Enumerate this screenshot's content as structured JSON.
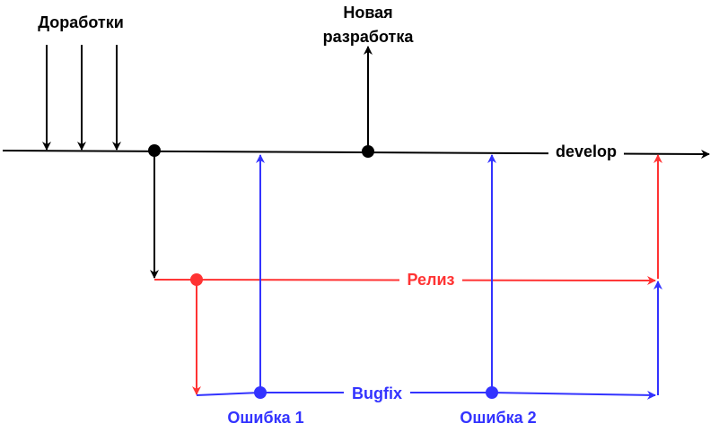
{
  "labels": {
    "improvements": "Доработки",
    "new_dev_line1": "Новая",
    "new_dev_line2": "разработка",
    "develop": "develop",
    "release": "Релиз",
    "bugfix": "Bugfix",
    "bug1": "Ошибка 1",
    "bug2": "Ошибка 2"
  },
  "colors": {
    "develop": "#000000",
    "release": "#FF3333",
    "bugfix": "#3333FF"
  }
}
